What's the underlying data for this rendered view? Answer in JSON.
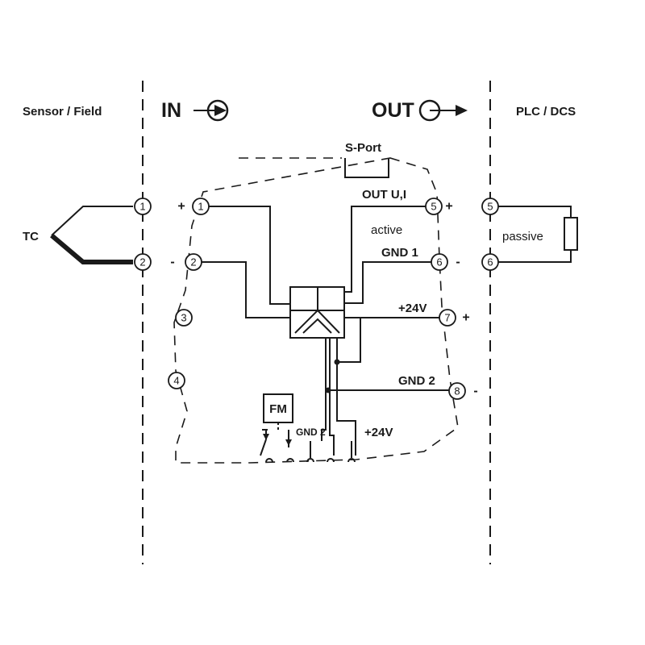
{
  "headers": {
    "left": "Sensor / Field",
    "in": "IN",
    "out": "OUT",
    "right": "PLC / DCS"
  },
  "labels": {
    "tc": "TC",
    "s_port": "S-Port",
    "out_ui": "OUT U,I",
    "active": "active",
    "gnd1": "GND 1",
    "plus24v_terminal": "+24V",
    "gnd2": "GND 2",
    "fm": "FM",
    "gnd2_bus": "GND 2",
    "plus24v_bus": "+24V",
    "passive": "passive"
  },
  "signs": {
    "in1": "+",
    "in2": "-",
    "out5": "+",
    "out6": "-",
    "t7": "+",
    "t8": "-"
  },
  "terminals": {
    "field": [
      "1",
      "2"
    ],
    "module_left": [
      "1",
      "2",
      "3",
      "4"
    ],
    "module_right": [
      "5",
      "6",
      "7",
      "8"
    ],
    "plc": [
      "5",
      "6"
    ]
  }
}
